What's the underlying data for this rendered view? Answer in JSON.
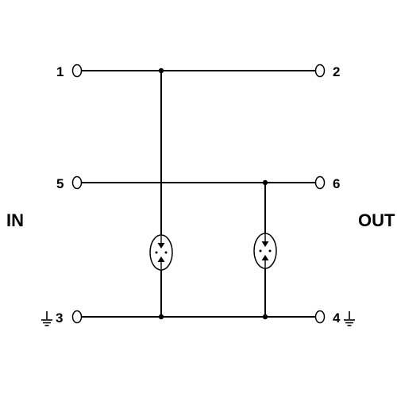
{
  "terminals": {
    "t1": "1",
    "t2": "2",
    "t3": "3",
    "t4": "4",
    "t5": "5",
    "t6": "6"
  },
  "sides": {
    "input": "IN",
    "output": "OUT"
  },
  "components": {
    "left_protector": "gas-discharge-tube",
    "right_protector": "gas-discharge-tube"
  },
  "colors": {
    "line": "#000000",
    "background": "#ffffff"
  }
}
